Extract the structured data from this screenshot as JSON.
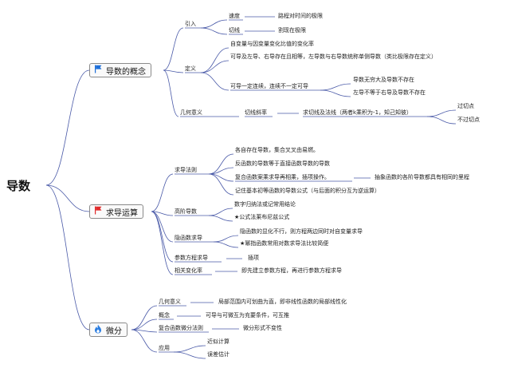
{
  "root": "导数",
  "branches": [
    {
      "label": "导数的概念",
      "icon": "blue-flag-icon",
      "items": [
        {
          "label": "引入",
          "children": [
            {
              "label": "速度",
              "children": [
                {
                  "label": "路程对时间的极限"
                }
              ]
            },
            {
              "label": "切线",
              "children": [
                {
                  "label": "割现在极限"
                }
              ]
            }
          ]
        },
        {
          "label": "定义",
          "children": [
            {
              "label": "自变量与因变量变化比值的变化率"
            },
            {
              "label": "可导及左导、右导存在且相等，左导数与右导数统称单侧导数（类比极限存在定义）"
            },
            {
              "label": "可导一定连续，连续不一定可导",
              "children": [
                {
                  "label": "导数无穷大及导数不存在"
                },
                {
                  "label": "左导不等于右导及导数不存在"
                }
              ]
            }
          ]
        },
        {
          "label": "几何意义",
          "children": [
            {
              "label": "切线斜率",
              "children": [
                {
                  "label": "求切线及法线（两者k乘积为-1，知己知彼）",
                  "children": [
                    {
                      "label": "过切点"
                    },
                    {
                      "label": "不过切点"
                    }
                  ]
                }
              ]
            }
          ]
        }
      ]
    },
    {
      "label": "求导运算",
      "icon": "red-flag-icon",
      "items": [
        {
          "label": "求导法则",
          "children": [
            {
              "label": "各自存在导数，集合叉叉由易燃。"
            },
            {
              "label": "反函数的导数等于直接函数导数的导数"
            },
            {
              "label": "复合函数案乘求导再相乘，插项操作。",
              "children": [
                {
                  "label": "抽象函数的各阶导数都具有相同的里程"
                }
              ]
            },
            {
              "label": "记住基本初等函数的导数公式（与后面的积分互为逆运算）"
            }
          ]
        },
        {
          "label": "高阶导数",
          "children": [
            {
              "label": "数字归纳法或记常用结论"
            },
            {
              "label": "★公式法莱布尼兹公式"
            }
          ]
        },
        {
          "label": "隐函数求导",
          "children": [
            {
              "label": "隐函数的显化不行，则方程两边同时对自变量求导"
            },
            {
              "label": "★幂指函数常用对数求导法比较简便"
            }
          ]
        },
        {
          "label": "参数方程求导",
          "children": [
            {
              "label": "插项"
            }
          ]
        },
        {
          "label": "相关变化率",
          "children": [
            {
              "label": "即先建立参数方程，再进行参数方程求导"
            }
          ]
        }
      ]
    },
    {
      "label": "微分",
      "icon": "fire-drop-icon",
      "items": [
        {
          "label": "几何意义",
          "children": [
            {
              "label": "局部范围内可划曲为直，即非线性函数的局部线性化"
            }
          ]
        },
        {
          "label": "概念",
          "children": [
            {
              "label": "可导与可微互为充要条件，可互推"
            }
          ]
        },
        {
          "label": "复合函数微分法则",
          "children": [
            {
              "label": "微分形式不变性"
            }
          ]
        },
        {
          "label": "应用",
          "children": [
            {
              "label": "近似计算"
            },
            {
              "label": "误差估计"
            }
          ]
        }
      ]
    }
  ],
  "colors": {
    "line": "#4a5aa8",
    "blue_flag": "#1e6fd9",
    "red_flag": "#e12b2b",
    "fire": "#2a7de1"
  }
}
